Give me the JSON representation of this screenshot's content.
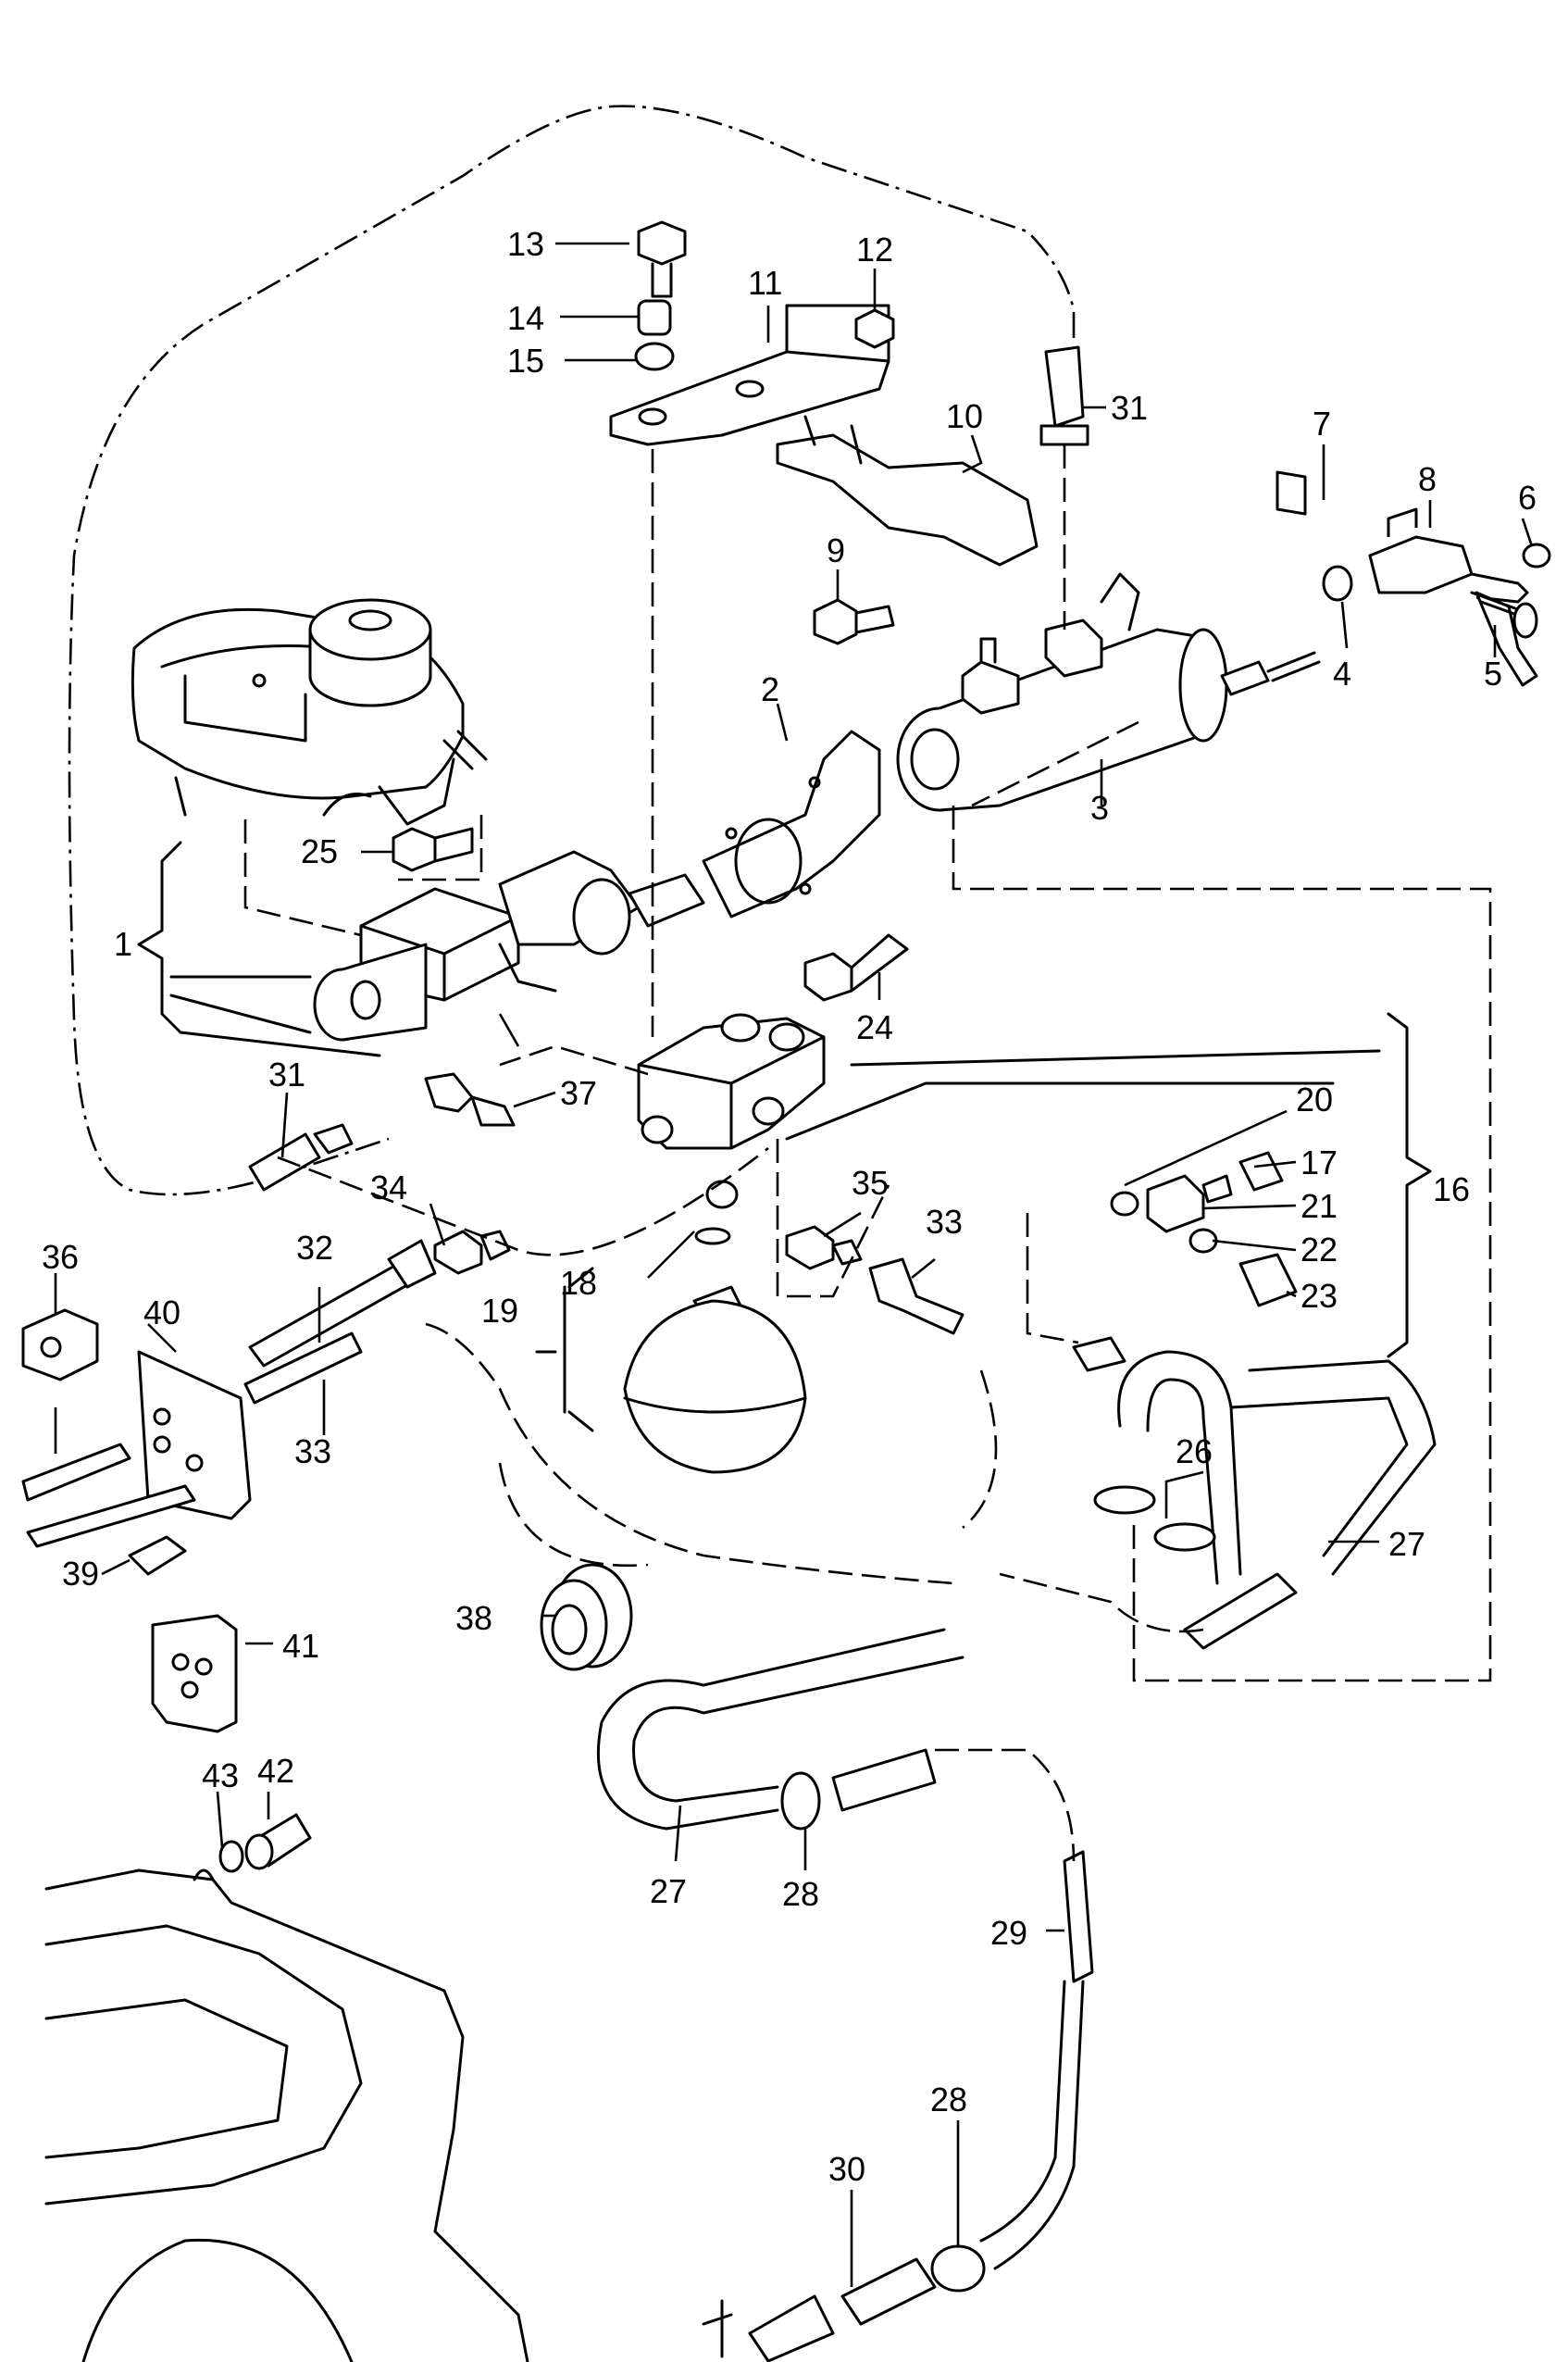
{
  "callouts": [
    "1",
    "2",
    "3",
    "4",
    "5",
    "6",
    "7",
    "8",
    "9",
    "10",
    "11",
    "12",
    "13",
    "14",
    "15",
    "16",
    "17",
    "18",
    "19",
    "20",
    "21",
    "22",
    "23",
    "24",
    "25",
    "26",
    "27",
    "28",
    "29",
    "30",
    "31",
    "32",
    "33",
    "34",
    "35",
    "36",
    "37",
    "38",
    "39",
    "40",
    "41",
    "42",
    "43"
  ],
  "colors": {
    "line": "#000000",
    "background": "#ffffff"
  }
}
